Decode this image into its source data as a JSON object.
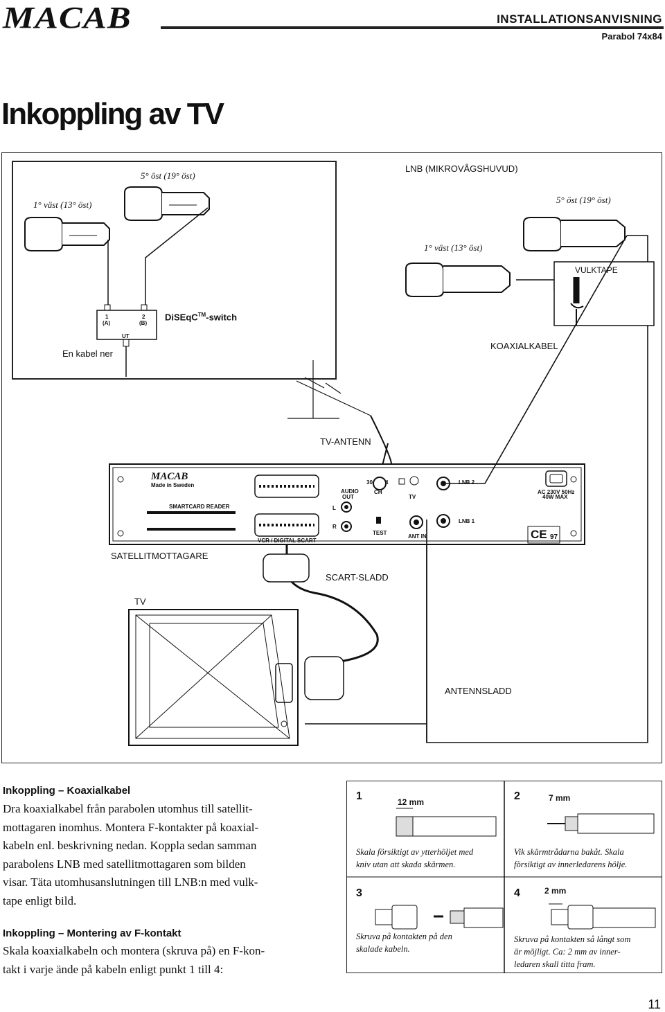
{
  "header": {
    "brand": "MACAB",
    "section": "INSTALLATIONSANVISNING",
    "product": "Parabol 74x84"
  },
  "page_title": "Inkoppling av TV",
  "diagram": {
    "left_box": {
      "lnb_a_label": "1° väst (13° öst)",
      "lnb_b_label": "5° öst (19° öst)",
      "switch_port_1": "1",
      "switch_port_1_sub": "(A)",
      "switch_port_2": "2",
      "switch_port_2_sub": "(B)",
      "switch_label": "DiSEqC",
      "switch_tm": "TM",
      "switch_suffix": "-switch",
      "switch_out": "UT",
      "one_cable": "En kabel ner"
    },
    "lnb_header": "LNB (MIKROVÅGSHUVUD)",
    "right_lnb_top": "5° öst (19° öst)",
    "right_lnb_bottom": "1° väst (13° öst)",
    "tape": "VULKTAPE",
    "coax": "KOAXIALKABEL",
    "tv_antenna": "TV-ANTENN",
    "receiver": {
      "brand": "MACAB",
      "made_in": "Made in Sweden",
      "smartcard": "SMARTCARD READER",
      "vcr": "VCR / DIGITAL SCART",
      "audio_out_1": "AUDIO",
      "audio_out_2": "OUT",
      "l": "L",
      "r": "R",
      "ch30": "30",
      "ch4": "4",
      "ch": "CH",
      "test": "TEST",
      "tv": "TV",
      "ant_in": "ANT IN",
      "lnb2": "LNB 2",
      "lnb1": "LNB 1",
      "ac1": "AC 230V 50Hz",
      "ac2": "40W MAX",
      "ce": "CE",
      "ce_num": "97"
    },
    "receiver_label": "SATELLITMOTTAGARE",
    "scart_cable": "SCART-SLADD",
    "tv_label": "TV",
    "antenna_cable": "ANTENNSLADD"
  },
  "section1": {
    "heading": "Inkoppling – Koaxialkabel",
    "lines": [
      "Dra koaxialkabel från parabolen utomhus till satellit-",
      "mottagaren inomhus. Montera F-kontakter på koaxial-",
      "kabeln enl. beskrivning nedan. Koppla sedan samman",
      "parabolens LNB med satellitmottagaren som bilden",
      "visar. Täta utomhusanslutningen till LNB:n med vulk-",
      "tape enligt bild."
    ]
  },
  "section2": {
    "heading": "Inkoppling – Montering av F-kontakt",
    "lines": [
      "Skala koaxialkabeln och montera (skruva på) en F-kon-",
      "takt i varje ände på kabeln enligt punkt 1 till 4:"
    ]
  },
  "steps": [
    {
      "num": "1",
      "measure": "12 mm",
      "caption": [
        "Skala försiktigt av ytterhöljet med",
        "kniv utan att skada skärmen."
      ]
    },
    {
      "num": "2",
      "measure": "7 mm",
      "caption": [
        "Vik skärmtrådarna bakåt. Skala",
        "försiktigt av innerledarens hölje."
      ]
    },
    {
      "num": "3",
      "measure": "",
      "caption": [
        "Skruva på kontakten på den",
        "skalade kabeln."
      ]
    },
    {
      "num": "4",
      "measure": "2 mm",
      "caption": [
        "Skruva på kontakten så långt som",
        "är möjligt. Ca: 2 mm av inner-",
        "ledaren skall titta fram."
      ]
    }
  ],
  "page_number": "11"
}
